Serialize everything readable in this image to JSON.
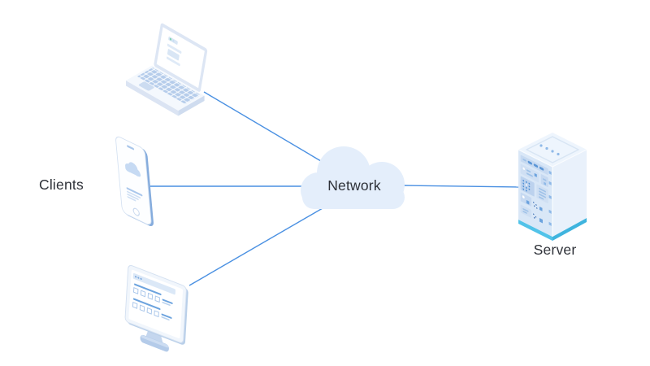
{
  "diagram": {
    "type": "network-topology-illustration",
    "labels": {
      "clients": "Clients",
      "network": "Network",
      "server": "Server"
    },
    "nodes": [
      {
        "id": "laptop",
        "kind": "laptop-client",
        "group": "clients"
      },
      {
        "id": "smartphone",
        "kind": "smartphone-client",
        "group": "clients"
      },
      {
        "id": "desktop-monitor",
        "kind": "desktop-client",
        "group": "clients"
      },
      {
        "id": "network-cloud",
        "kind": "cloud",
        "label": "Network"
      },
      {
        "id": "server-rack",
        "kind": "server",
        "label": "Server"
      }
    ],
    "connections": [
      {
        "from": "laptop",
        "to": "network-cloud"
      },
      {
        "from": "smartphone",
        "to": "network-cloud"
      },
      {
        "from": "desktop-monitor",
        "to": "network-cloud"
      },
      {
        "from": "network-cloud",
        "to": "server-rack"
      }
    ],
    "colors": {
      "background": "#ffffff",
      "connection_line": "#4a90e2",
      "cloud_fill": "#e4eefb",
      "label_text": "#2e3138",
      "illustration_pale": "#eef4fc",
      "illustration_light": "#d9e6f5",
      "illustration_medium": "#b6cdeb",
      "illustration_accent": "#5b96d6",
      "server_base_accent": "#52c3e9",
      "laptop_status_dot": "#7ed3b2"
    }
  }
}
